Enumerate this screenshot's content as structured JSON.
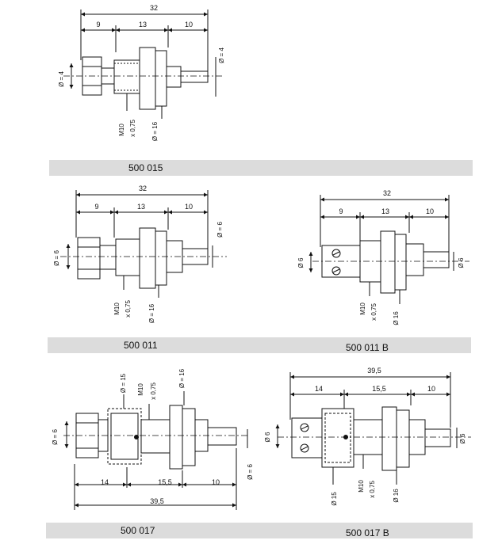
{
  "parts": [
    {
      "id": "500 015",
      "dims": {
        "total": "32",
        "a": "9",
        "b": "13",
        "c": "10",
        "pin_dia": "Ø = 4",
        "right_dia": "Ø = 4",
        "thread": "M10",
        "pitch": "x 0,75",
        "flange": "Ø = 16"
      }
    },
    {
      "id": "500 011",
      "dims": {
        "total": "32",
        "a": "9",
        "b": "13",
        "c": "10",
        "left_dia": "Ø = 6",
        "right_dia": "Ø = 6",
        "thread": "M10",
        "pitch": "x 0,75",
        "flange": "Ø = 16"
      }
    },
    {
      "id": "500 011 B",
      "dims": {
        "total": "32",
        "a": "9",
        "b": "13",
        "c": "10",
        "left_dia": "Ø 6",
        "right_dia": "Ø 6",
        "thread": "M10",
        "pitch": "x 0,75",
        "flange": "Ø 16"
      }
    },
    {
      "id": "500 017",
      "dims": {
        "total": "39,5",
        "a": "14",
        "b": "15,5",
        "c": "10",
        "left_dia": "Ø = 6",
        "right_dia": "Ø = 6",
        "body_dia": "Ø = 15",
        "thread": "M10",
        "pitch": "x 0,75",
        "flange": "Ø = 16"
      }
    },
    {
      "id": "500 017 B",
      "dims": {
        "total": "39,5",
        "a": "14",
        "b": "15,5",
        "c": "10",
        "left_dia": "Ø 6",
        "right_dia": "Ø 6",
        "body_dia": "Ø 15",
        "thread": "M10",
        "pitch": "x 0,75",
        "flange": "Ø 16"
      }
    }
  ]
}
